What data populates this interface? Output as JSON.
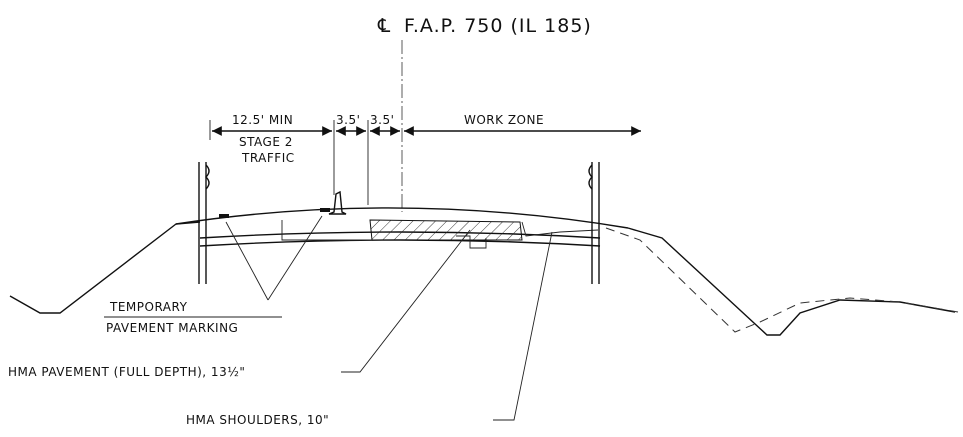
{
  "title": {
    "centerline_symbol": "℄",
    "text": "F.A.P. 750 (IL 185)"
  },
  "dimensions": {
    "stage2_width": "12.5' MIN",
    "stage2_line1": "STAGE 2",
    "stage2_line2": "TRAFFIC",
    "lane_left": "3.5'",
    "lane_right": "3.5'",
    "work_zone": "WORK ZONE"
  },
  "callouts": {
    "temporary_line1": "TEMPORARY",
    "temporary_line2": "PAVEMENT MARKING",
    "hma_pavement": "HMA PAVEMENT (FULL DEPTH), 13½\"",
    "hma_shoulders": "HMA SHOULDERS, 10\""
  }
}
